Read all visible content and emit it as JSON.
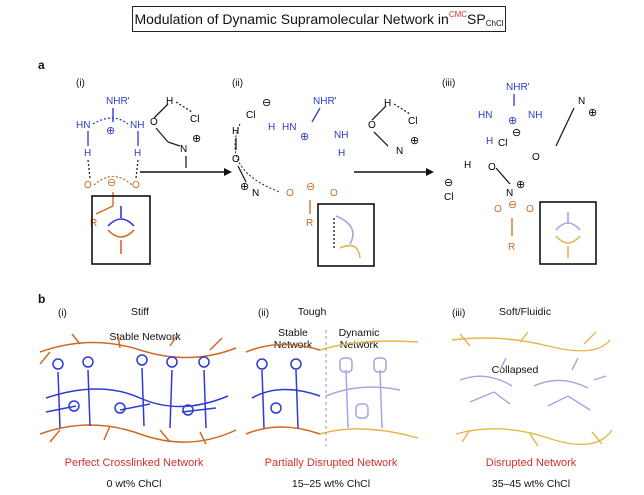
{
  "title": {
    "main": "Modulation of Dynamic Supramolecular Network in ",
    "sup": "CMC",
    "base": "SP",
    "sub": "ChCl"
  },
  "panel_a": {
    "label": "a",
    "steps": [
      "(i)",
      "(ii)",
      "(iii)"
    ],
    "guanidinium": {
      "nhr": "NHR'",
      "hn": "HN",
      "nh": "NH",
      "h": "H",
      "plus": "⊕",
      "minus": "⊖",
      "r": "R",
      "o": "O",
      "cl": "Cl"
    },
    "choline": {
      "o": "O",
      "h": "H",
      "cl": "Cl",
      "n": "N"
    }
  },
  "panel_b": {
    "label": "b",
    "columns": [
      {
        "roman": "(i)",
        "state": "Stiff",
        "net1": "Stable Network",
        "caption": "Perfect Crosslinked Network",
        "wt": "0 wt% ChCl"
      },
      {
        "roman": "(ii)",
        "state": "Tough",
        "net1": "Stable\nNetwork",
        "net2": "Dynamic\nNetwork",
        "caption": "Partially Disrupted Network",
        "wt": "15–25 wt% ChCl"
      },
      {
        "roman": "(iii)",
        "state": "Soft/Fluidic",
        "net1": "Collapsed",
        "caption": "Disrupted Network",
        "wt": "35–45 wt% ChCl"
      }
    ]
  },
  "colors": {
    "blue": "#2d3bd6",
    "orange": "#cf6a24",
    "red": "#d2322d",
    "lavender": "#a6a3e6",
    "gold": "#e6b64a"
  }
}
